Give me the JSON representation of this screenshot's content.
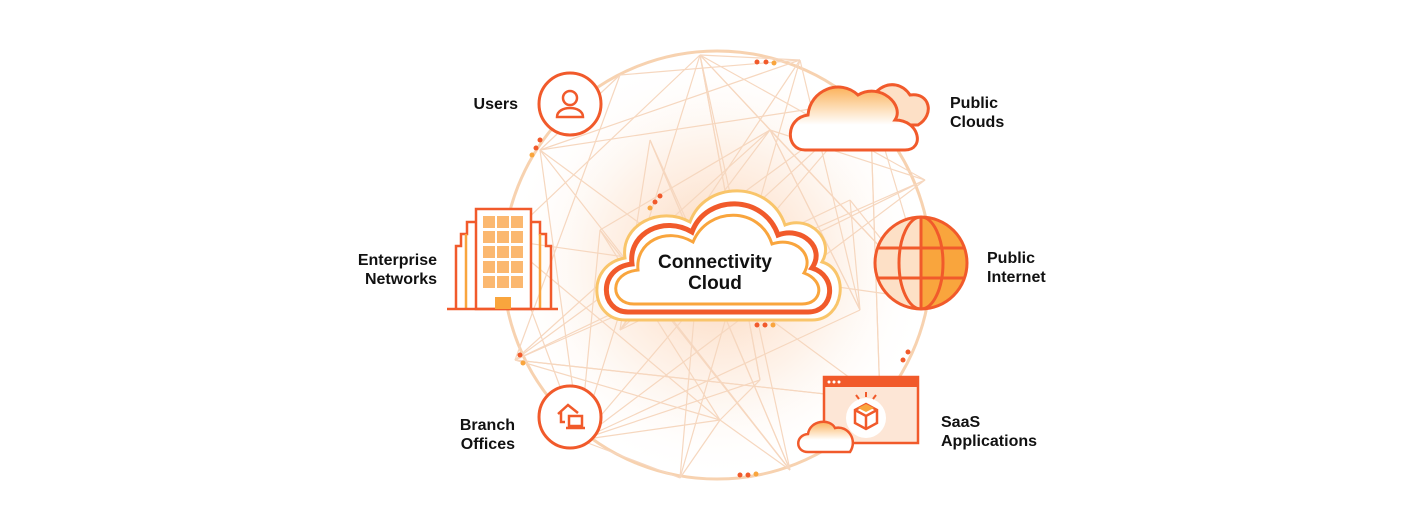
{
  "center": {
    "line1": "Connectivity",
    "line2": "Cloud"
  },
  "nodes": {
    "users": {
      "line1": "Users"
    },
    "public_clouds": {
      "line1": "Public",
      "line2": "Clouds"
    },
    "enterprise_networks": {
      "line1": "Enterprise",
      "line2": "Networks"
    },
    "public_internet": {
      "line1": "Public",
      "line2": "Internet"
    },
    "branch_offices": {
      "line1": "Branch",
      "line2": "Offices"
    },
    "saas_applications": {
      "line1": "SaaS",
      "line2": "Applications"
    }
  },
  "colors": {
    "primary": "#f15a2b",
    "accent": "#f9a53d",
    "light": "#fde3cf",
    "text": "#111111"
  }
}
